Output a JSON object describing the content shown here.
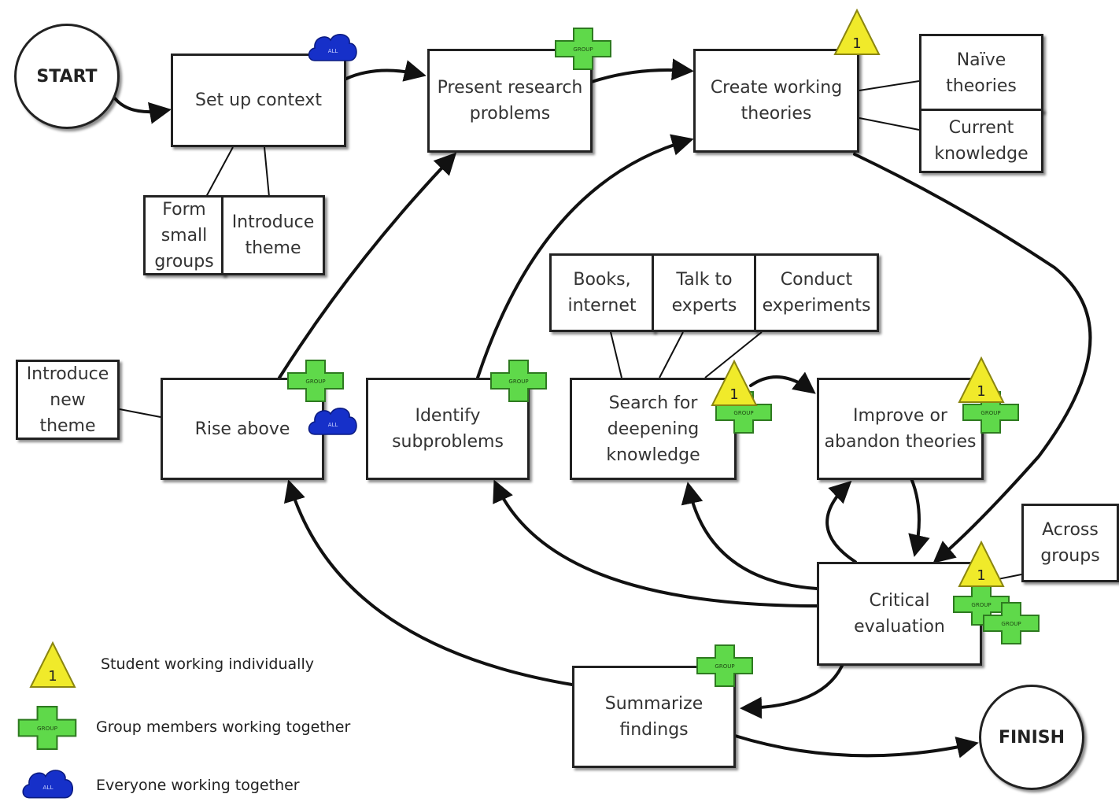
{
  "nodes": {
    "start": "START",
    "finish": "FINISH",
    "set_up_context": "Set up context",
    "form_small_groups": "Form\nsmall\ngroups",
    "introduce_theme": "Introduce\ntheme",
    "present_research_problems": "Present research\nproblems",
    "create_working_theories": "Create working\ntheories",
    "naive_theories": "Naïve\ntheories",
    "current_knowledge": "Current\nknowledge",
    "introduce_new_theme": "Introduce\nnew\ntheme",
    "rise_above": "Rise above",
    "identify_subproblems": "Identify\nsubproblems",
    "books_internet": "Books,\ninternet",
    "talk_to_experts": "Talk to\nexperts",
    "conduct_experiments": "Conduct\nexperiments",
    "search_deepening": "Search for\ndeepening\nknowledge",
    "improve_abandon": "Improve or\nabandon theories",
    "across_groups": "Across\ngroups",
    "critical_evaluation": "Critical\nevaluation",
    "summarize_findings": "Summarize\nfindings"
  },
  "icons": {
    "group_label": "GROUP",
    "all_label": "ALL",
    "individual_number": "1",
    "colors": {
      "triangle": "#f0ea2a",
      "cross": "#5fd94a",
      "cloud": "#1630c9"
    }
  },
  "legend": {
    "individual": "Student working individually",
    "group": "Group members working together",
    "everyone": "Everyone working together"
  }
}
